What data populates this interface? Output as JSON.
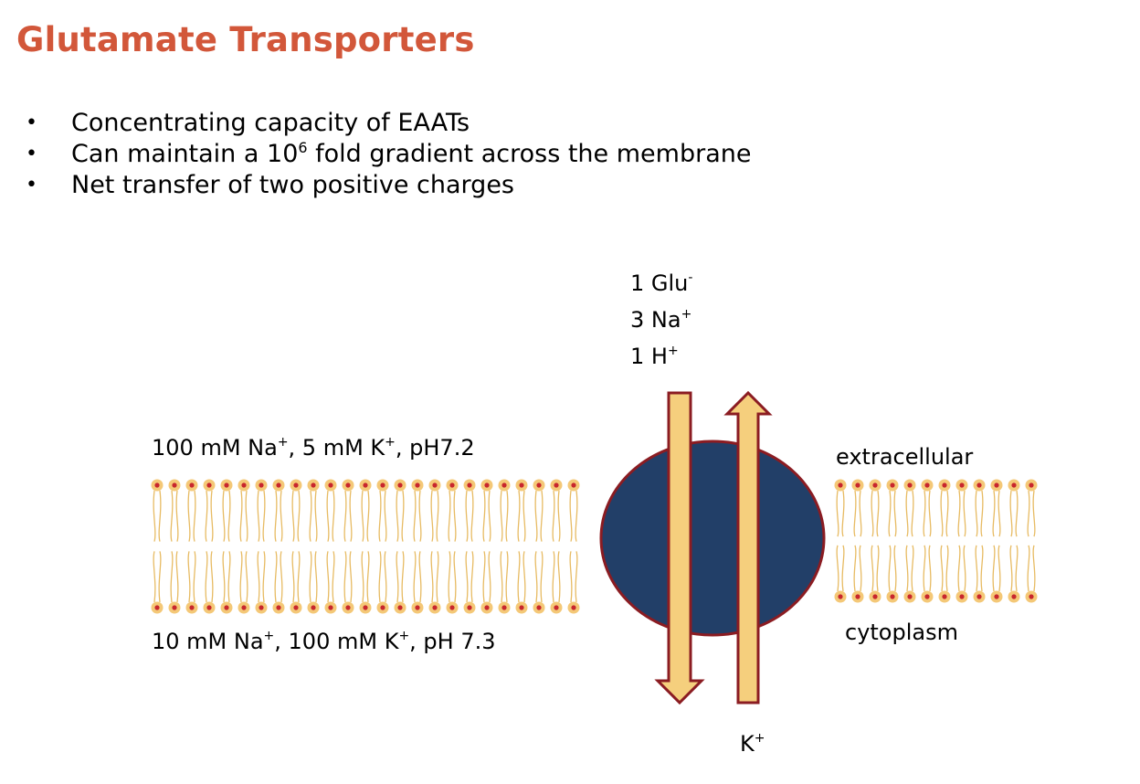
{
  "slide": {
    "title": "Glutamate Transporters",
    "bullets": [
      {
        "text": "Concentrating capacity of EAATs"
      },
      {
        "text_before": "Can maintain a 10",
        "sup": "6",
        "text_after": " fold gradient across the membrane"
      },
      {
        "text": "Net transfer of two positive charges"
      }
    ]
  },
  "diagram": {
    "extracellular_ions": {
      "na": "100 mM Na",
      "na_sup": "+",
      "k": ", 5 mM K",
      "k_sup": "+",
      "ph": ", pH7.2"
    },
    "intracellular_ions": {
      "na": "10 mM Na",
      "na_sup": "+",
      "k": ", 100 mM K",
      "k_sup": "+",
      "ph": ", pH 7.3"
    },
    "side_labels": {
      "outside": "extracellular",
      "inside": "cytoplasm"
    },
    "inward_substrates": [
      {
        "text": "1 Glu",
        "sup": "-"
      },
      {
        "text": "3 Na",
        "sup": "+"
      },
      {
        "text": "1 H",
        "sup": "+"
      }
    ],
    "outward_substrate": {
      "text": "K",
      "sup": "+"
    },
    "colors": {
      "title": "#d2573a",
      "transporter_fill": "#223f68",
      "transporter_outline": "#8b1c22",
      "arrow_fill": "#f5cf7d",
      "arrow_outline": "#8b1c22",
      "lipid_head": "#f4c877",
      "lipid_head_core": "#c8262d",
      "lipid_tail": "#e7bb63"
    }
  }
}
